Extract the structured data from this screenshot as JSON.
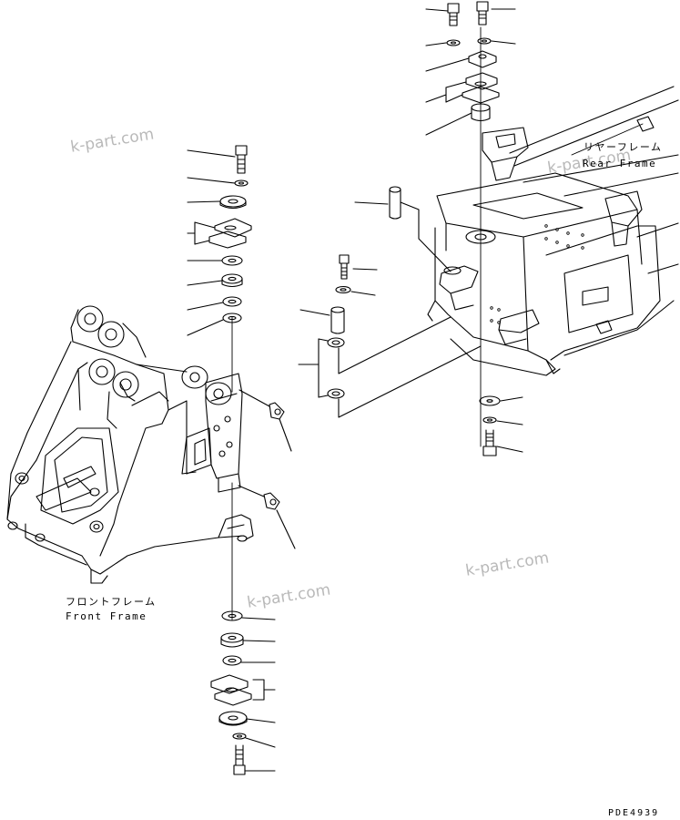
{
  "labels": {
    "rear_frame_jp": "リヤーフレーム",
    "rear_frame_en": "Rear Frame",
    "front_frame_jp": "フロントフレーム",
    "front_frame_en": "Front Frame"
  },
  "watermark": "k-part.com",
  "drawing_code": "PDE4939",
  "colors": {
    "line": "#000000",
    "watermark": "#b9b9b9"
  }
}
